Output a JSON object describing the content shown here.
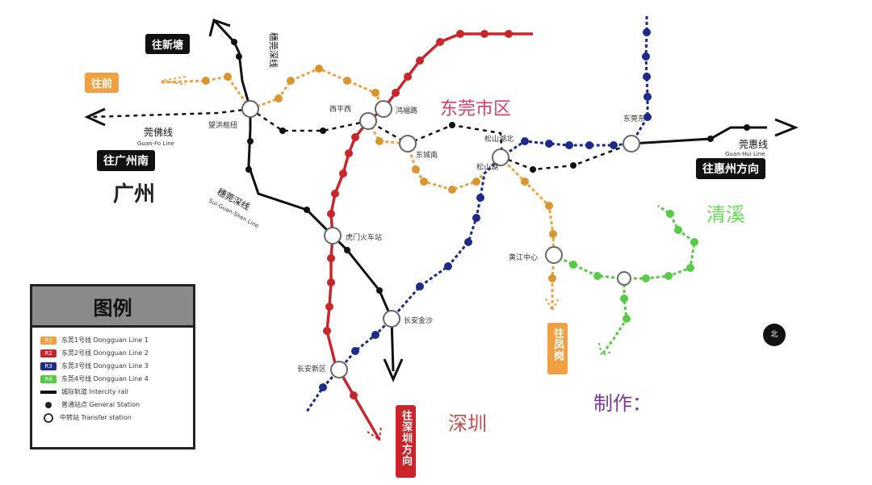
{
  "lines": [
    {
      "id": "L1",
      "name": "东莞1号线",
      "en": "Dongguan Line 1",
      "color": "#f0a040"
    },
    {
      "id": "L2",
      "name": "东莞2号线",
      "en": "Dongguan Line 2",
      "color": "#c8262a"
    },
    {
      "id": "L3",
      "name": "东莞3号线",
      "en": "Dongguan Line 3",
      "color": "#1c2a8a"
    },
    {
      "id": "L4",
      "name": "东莞4号线",
      "en": "Dongguan Line 4",
      "color": "#55cc44"
    }
  ],
  "intercity": {
    "sui_guan_shen": {
      "name": "穗莞深线",
      "en": "Sui-Guan-Shen Line"
    },
    "guan_fo": {
      "name": "莞佛线",
      "en": "Guan-Fo Line"
    },
    "guan_hui": {
      "name": "莞惠线",
      "en": "Guan-Hui Line"
    },
    "north_line_label": "穗莞深线"
  },
  "direction_tags": {
    "xintang": "往新塘",
    "fuqian": "往前 ",
    "guangzhou_south": "往广州南",
    "huizhou": "往惠州方向",
    "shenzhen": "往深圳方向",
    "fenggang": "往凤岗"
  },
  "regions": {
    "dongguan": "东莞市区",
    "guangzhou": "广州",
    "shenzhen": "深圳",
    "qingxi": "清溪",
    "credit": "制作："
  },
  "transfer_stations": {
    "wangniudun": "望洪枢纽",
    "hongfu": "鸿福路",
    "dongcheng": "东城南",
    "songshan": "松山湖",
    "songshan_n": "松山湖北",
    "dongguan_e": "东莞东",
    "huangjiang": "黄江中心",
    "humen": "虎门火车站",
    "chang_an": "长安金沙",
    "chang_an_new": "长安新区",
    "xinxin": "西平西"
  },
  "legend": {
    "title": "图例",
    "rows": [
      {
        "badge": "R1",
        "text": "东莞1号线 Dongguan Line 1",
        "color": "#f0a040"
      },
      {
        "badge": "R2",
        "text": "东莞2号线 Dongguan Line 2",
        "color": "#c8262a"
      },
      {
        "badge": "R3",
        "text": "东莞3号线 Dongguan Line 3",
        "color": "#1c2a8a"
      },
      {
        "badge": "R4",
        "text": "东莞4号线 Dongguan Line 4",
        "color": "#55cc44"
      }
    ],
    "intercity_rail": "城际轨道 Intercity rail",
    "general_station": "普通站点 General Station",
    "transfer_station": "中转站 Transfer station"
  },
  "compass": "北"
}
